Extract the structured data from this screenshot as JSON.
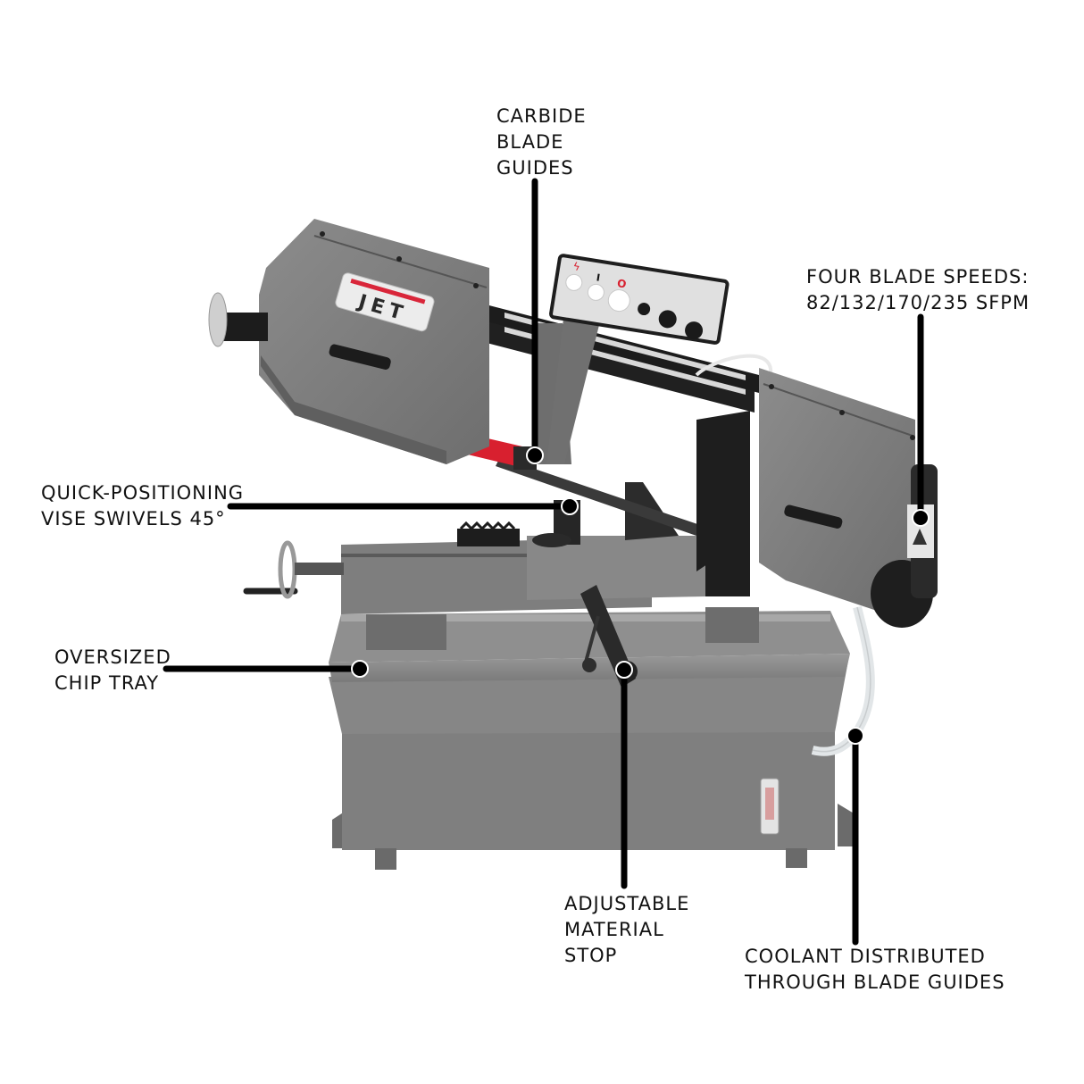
{
  "product": {
    "brand_badge": "JET",
    "brand_colors": {
      "badge_red": "#d9263a",
      "badge_text": "#2a2a2a",
      "body_gray": "#7d7d7d",
      "dark": "#1c1c1c",
      "accent_red": "#d8202f"
    }
  },
  "control_panel": {
    "buttons": [
      {
        "name": "power-indicator",
        "symbol": "ϟ",
        "symbol_color": "#d8202f"
      },
      {
        "name": "start-button",
        "symbol": "I",
        "symbol_color": "#111111"
      },
      {
        "name": "stop-button",
        "symbol": "O",
        "symbol_color": "#d8202f"
      }
    ]
  },
  "callouts": [
    {
      "id": "carbide-blade-guides",
      "lines": [
        "CARBIDE",
        "BLADE",
        "GUIDES"
      ]
    },
    {
      "id": "four-blade-speeds",
      "lines": [
        "FOUR BLADE SPEEDS:",
        "82/132/170/235 SFPM"
      ]
    },
    {
      "id": "quick-positioning-vise",
      "lines": [
        "QUICK-POSITIONING",
        "VISE SWIVELS 45°"
      ]
    },
    {
      "id": "oversized-chip-tray",
      "lines": [
        "OVERSIZED",
        "CHIP TRAY"
      ]
    },
    {
      "id": "adjustable-material-stop",
      "lines": [
        "ADJUSTABLE",
        "MATERIAL",
        "STOP"
      ]
    },
    {
      "id": "coolant-distributed",
      "lines": [
        "COOLANT DISTRIBUTED",
        "THROUGH BLADE GUIDES"
      ]
    }
  ],
  "blade_speeds_sfpm": [
    82,
    132,
    170,
    235
  ],
  "vise_swivel_degrees": 45
}
